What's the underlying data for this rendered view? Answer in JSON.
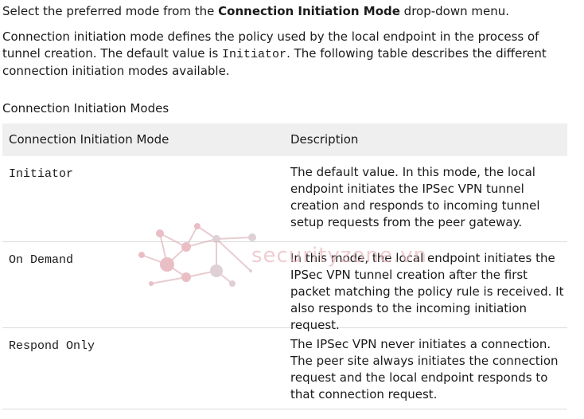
{
  "intro": {
    "prefix": "Select the preferred mode from the ",
    "bold": "Connection Initiation Mode",
    "suffix": " drop-down menu."
  },
  "description": {
    "part1": "Connection initiation mode defines the policy used by the local endpoint in the process of tunnel creation. The default value is ",
    "code": "Initiator",
    "part2": ". The following table describes the different connection initiation modes available."
  },
  "table": {
    "caption": "Connection Initiation Modes",
    "headers": [
      "Connection Initiation Mode",
      "Description"
    ],
    "rows": [
      {
        "mode": "Initiator",
        "description": "The default value. In this mode, the local endpoint initiates the IPSec VPN tunnel creation and responds to incoming tunnel setup requests from the peer gateway."
      },
      {
        "mode": "On Demand",
        "description": "In this mode, the local endpoint initiates the IPSec VPN tunnel creation after the first packet matching the policy rule is received. It also responds to the incoming initiation request."
      },
      {
        "mode": "Respond Only",
        "description": "The IPSec VPN never initiates a connection. The peer site always initiates the connection request and the local endpoint responds to that connection request."
      }
    ]
  },
  "watermark": {
    "text": "securityzone.vn",
    "color": "#d98a96"
  }
}
